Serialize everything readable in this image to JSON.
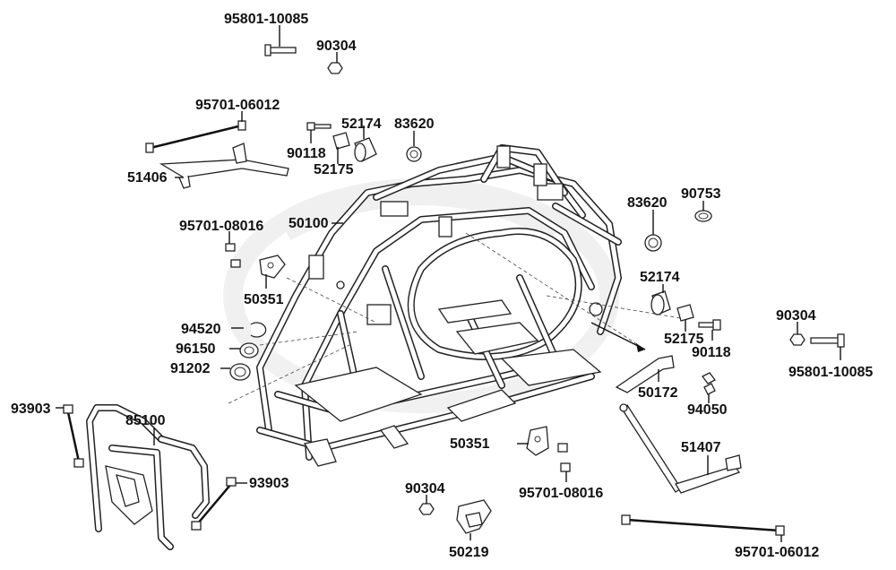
{
  "diagram": {
    "labels": {
      "p95801_10085_top": "95801-10085",
      "p90304_top": "90304",
      "p95701_06012_top": "95701-06012",
      "p52174_top": "52174",
      "p83620_top": "83620",
      "p90118_top": "90118",
      "p52175_top": "52175",
      "p51406": "51406",
      "p50100": "50100",
      "p95701_08016_left": "95701-08016",
      "p50351_left": "50351",
      "p94520": "94520",
      "p96150": "96150",
      "p91202": "91202",
      "p93903_left": "93903",
      "p85100": "85100",
      "p93903_mid": "93903",
      "p83620_right": "83620",
      "p90753": "90753",
      "p52174_right": "52174",
      "p52175_right": "52175",
      "p90118_right": "90118",
      "p90304_right": "90304",
      "p95801_10085_right": "95801-10085",
      "p50172": "50172",
      "p94050": "94050",
      "p50351_bottom": "50351",
      "p95701_08016_bottom": "95701-08016",
      "p51407": "51407",
      "p90304_bottom": "90304",
      "p50219": "50219",
      "p95701_06012_bottom": "95701-06012"
    }
  }
}
